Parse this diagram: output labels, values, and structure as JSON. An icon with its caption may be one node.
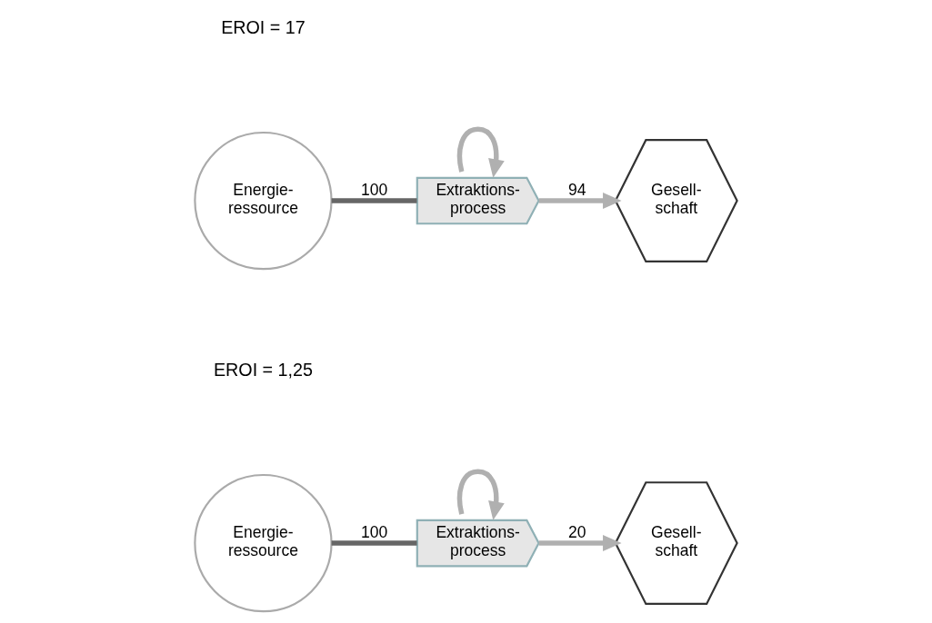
{
  "diagram": {
    "nodes": [
      {
        "text": [
          "Energie- ressource"
        ]
      },
      {
        "text": [
          "Extraktions- process"
        ]
      },
      {
        "text": [
          "Gesell- schaft"
        ]
      },
      {
        "text": [
          "Energie- ressource"
        ]
      },
      {
        "text": [
          "Extraktions- process"
        ]
      },
      {
        "text": [
          "Gesell- schaft"
        ]
      }
    ],
    "edges": [
      {
        "from": 0,
        "to": 1,
        "arrow": "none",
        "label": "100",
        "color": "#666666"
      },
      {
        "from": 1,
        "to": 2,
        "arrow": "to",
        "label": "94"
      },
      {
        "from": 1,
        "to": 1,
        "arrow": "to"
      },
      {
        "from": 3,
        "to": 4,
        "arrow": "none",
        "label": "100",
        "color": "#666666"
      },
      {
        "from": 4,
        "to": 5,
        "arrow": "to",
        "label": "20"
      },
      {
        "from": 4,
        "to": 4,
        "arrow": "to"
      }
    ],
    "labels": [
      "EROI = 17",
      "EROI = 1,25"
    ]
  }
}
